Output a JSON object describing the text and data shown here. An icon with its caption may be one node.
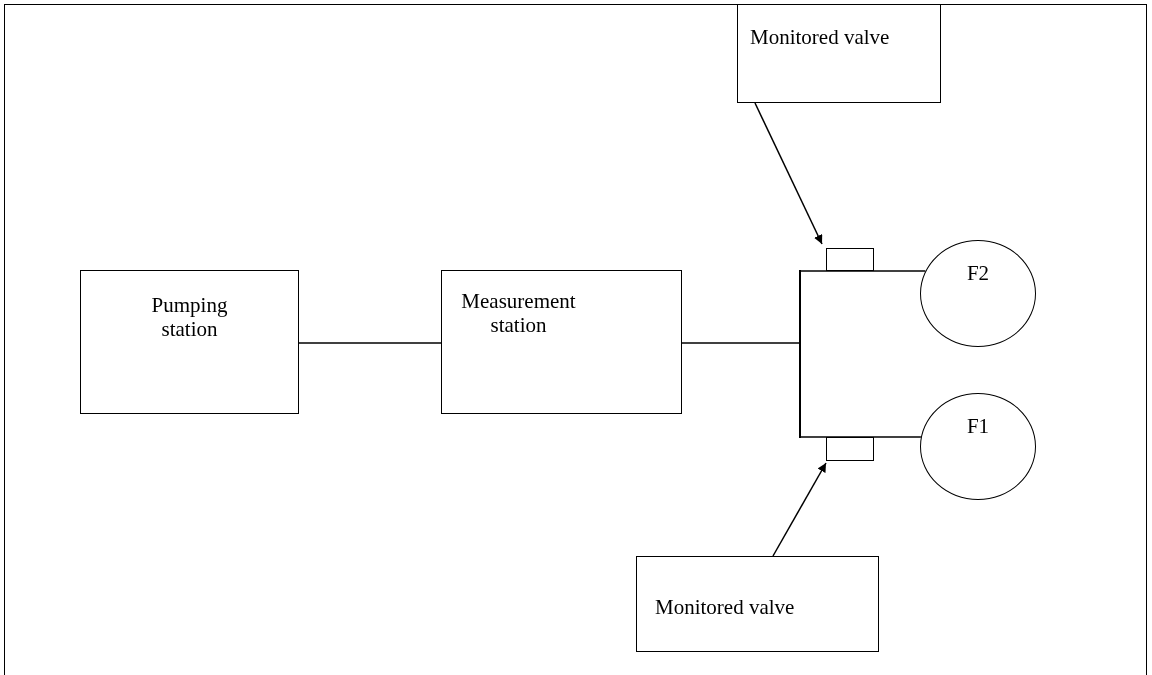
{
  "diagram": {
    "nodes": [
      {
        "text": [
          "Monitored valve"
        ]
      },
      {
        "text": [
          "Pumping station"
        ]
      },
      {
        "text": [
          "Measurement station"
        ]
      },
      {
        "text": [],
        "shape": "box"
      },
      {
        "text": [],
        "shape": "bar"
      },
      {
        "text": [
          "F2"
        ]
      },
      {
        "text": [
          "F1"
        ]
      },
      {
        "text": [],
        "shape": "box"
      },
      {
        "text": [
          "Monitored valve"
        ]
      }
    ],
    "edges": [
      {
        "from": 1,
        "to": 2,
        "arrow": "none"
      },
      {
        "from": 2,
        "to": 4,
        "arrow": "none"
      },
      {
        "from": 4,
        "to": 5,
        "arrow": "none"
      },
      {
        "from": 4,
        "to": 6,
        "arrow": "none"
      },
      {
        "from": 0,
        "to": 3,
        "arrow": "to"
      },
      {
        "from": 8,
        "to": 7,
        "arrow": "to"
      }
    ]
  }
}
